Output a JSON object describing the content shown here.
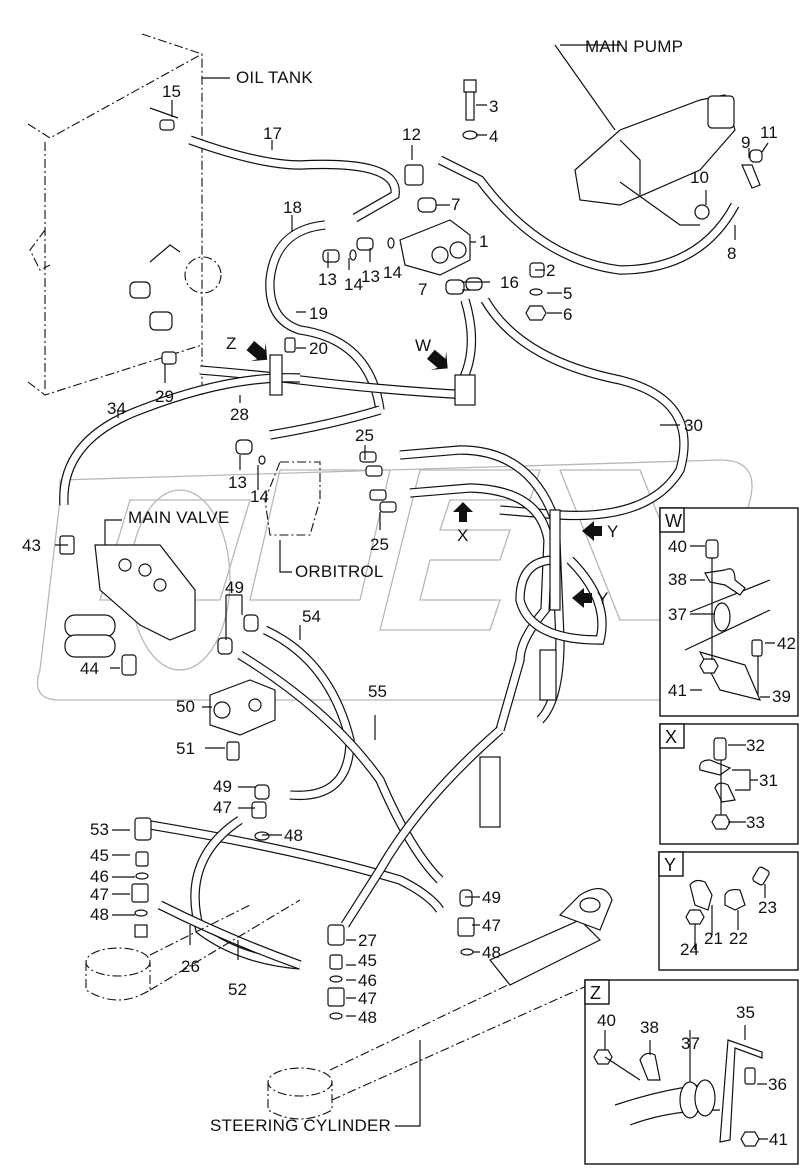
{
  "diagram": {
    "type": "exploded parts diagram",
    "subject": "Steering hydraulic piping",
    "watermark": "OPEX",
    "assemblies": {
      "oil_tank": "OIL TANK",
      "main_pump": "MAIN PUMP",
      "main_valve": "MAIN VALVE",
      "orbitrol": "ORBITROL",
      "steering_cylinder": "STEERING CYLINDER"
    },
    "view_markers": {
      "w": "W",
      "x": "X",
      "y1": "Y",
      "y2": "Y",
      "z": "Z"
    },
    "callouts": {
      "c1": "1",
      "c2": "2",
      "c3": "3",
      "c4": "4",
      "c5": "5",
      "c6": "6",
      "c7a": "7",
      "c7b": "7",
      "c8": "8",
      "c9": "9",
      "c10": "10",
      "c11": "11",
      "c12": "12",
      "c13a": "13",
      "c13b": "13",
      "c13c": "13",
      "c14a": "14",
      "c14b": "14",
      "c14c": "14",
      "c15": "15",
      "c16": "16",
      "c17": "17",
      "c18": "18",
      "c19": "19",
      "c20": "20",
      "c25a": "25",
      "c25b": "25",
      "c26": "26",
      "c27": "27",
      "c28": "28",
      "c29": "29",
      "c30": "30",
      "c34": "34",
      "c43": "43",
      "c44": "44",
      "c45a": "45",
      "c45b": "45",
      "c46a": "46",
      "c46b": "46",
      "c47a": "47",
      "c47b": "47",
      "c47c": "47",
      "c47d": "47",
      "c48a": "48",
      "c48b": "48",
      "c48c": "48",
      "c48d": "48",
      "c49a": "49",
      "c49b": "49",
      "c49c": "49",
      "c50": "50",
      "c51": "51",
      "c52": "52",
      "c53": "53",
      "c54": "54",
      "c55": "55"
    },
    "insets": {
      "w": {
        "title": "W",
        "callouts": [
          "40",
          "38",
          "37",
          "42",
          "41",
          "39"
        ]
      },
      "x": {
        "title": "X",
        "callouts": [
          "32",
          "31",
          "33"
        ]
      },
      "y": {
        "title": "Y",
        "callouts": [
          "23",
          "24",
          "21",
          "22"
        ]
      },
      "z": {
        "title": "Z",
        "callouts": [
          "35",
          "40",
          "38",
          "37",
          "36",
          "41"
        ]
      }
    }
  }
}
